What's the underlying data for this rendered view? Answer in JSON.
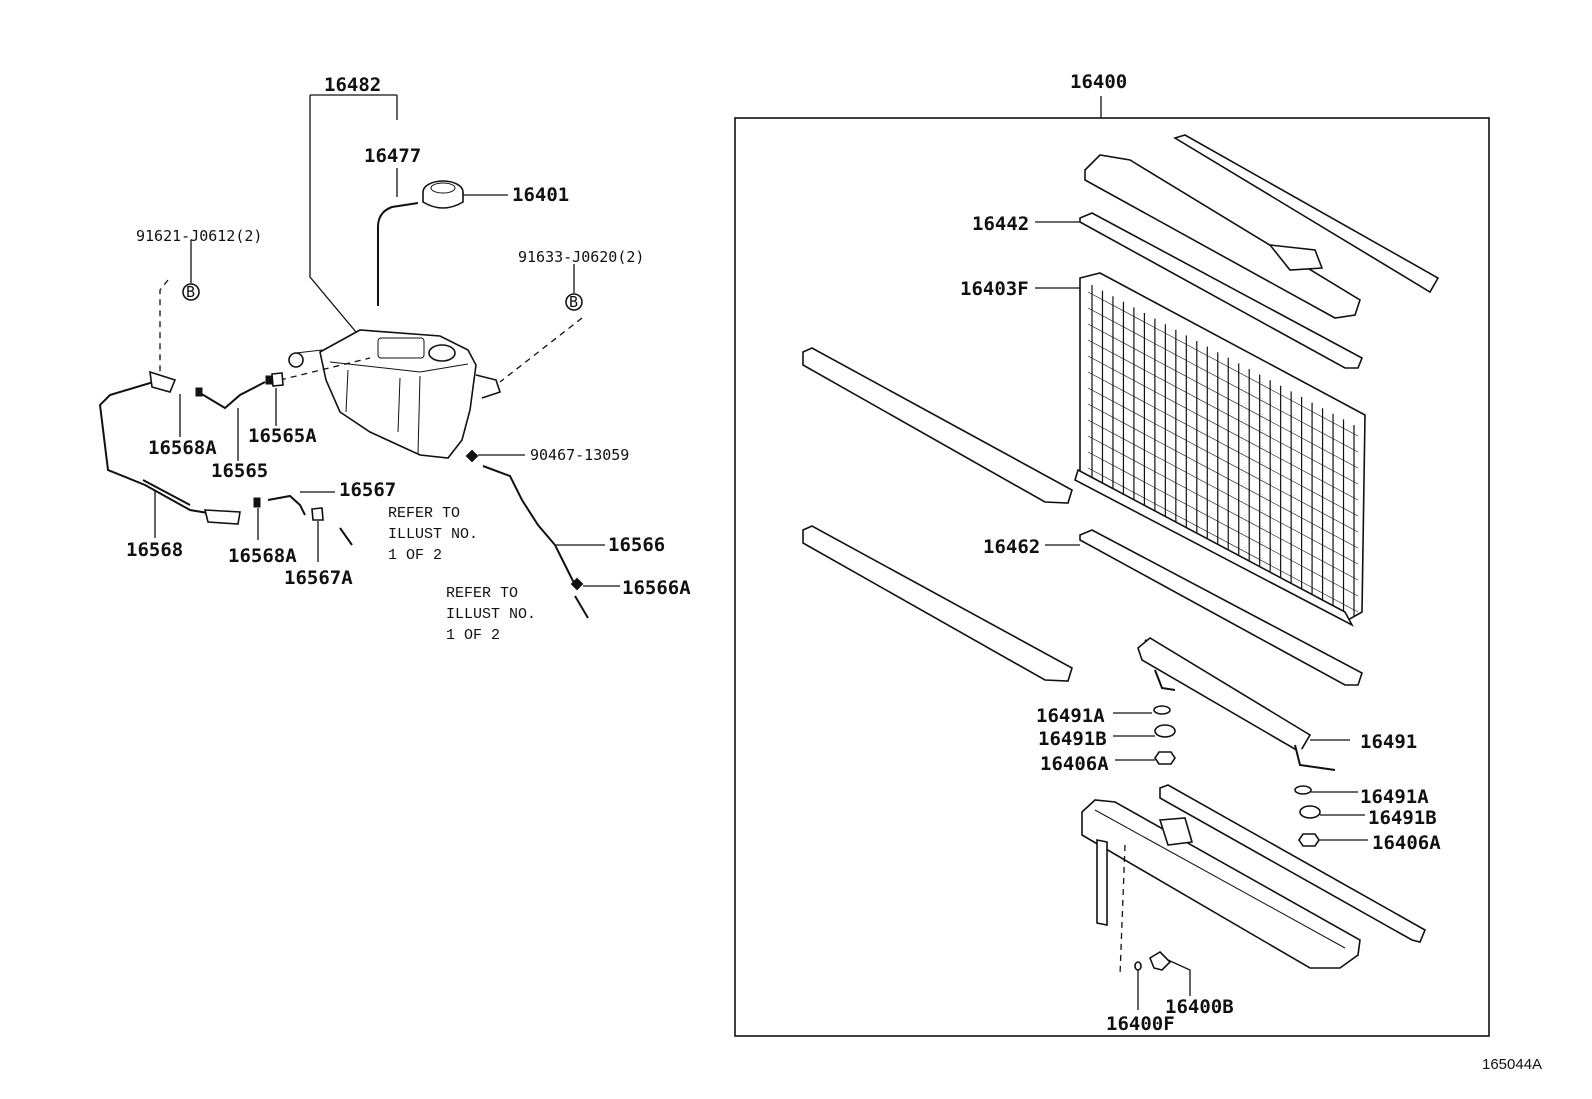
{
  "illustration_id": "165044A",
  "labels": {
    "p16482": "16482",
    "p16477": "16477",
    "p16401": "16401",
    "p91621": "91621-J0612(2)",
    "p91633": "91633-J0620(2)",
    "p16568A_top": "16568A",
    "p16565A": "16565A",
    "p16565": "16565",
    "p90467": "90467-13059",
    "p16567": "16567",
    "p16568": "16568",
    "p16568A_bottom": "16568A",
    "p16567A": "16567A",
    "p16566": "16566",
    "p16566A": "16566A",
    "p16400": "16400",
    "p16442": "16442",
    "p16403F": "16403F",
    "p16462": "16462",
    "p16491A_left": "16491A",
    "p16491B_left": "16491B",
    "p16406A_left": "16406A",
    "p16491": "16491",
    "p16491A_right": "16491A",
    "p16491B_right": "16491B",
    "p16406A_right": "16406A",
    "p16400B": "16400B",
    "p16400F": "16400F"
  },
  "notes": {
    "refer1": [
      "REFER TO",
      "ILLUST NO.",
      "1 OF 2"
    ],
    "refer2": [
      "REFER TO",
      "ILLUST NO.",
      "1 OF 2"
    ]
  },
  "bolt_marker": "B"
}
